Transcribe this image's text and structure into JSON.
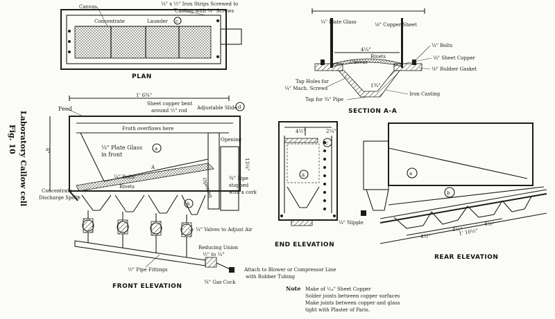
{
  "side_caption": {
    "fig": "Fig. 10",
    "title": "Laboratory Callow cell"
  },
  "plan": {
    "caption": "PLAN",
    "canvas": "Canvas",
    "concentrate": "Concentrate",
    "launder": "Launder",
    "launder_mark": "c",
    "iron_strips_1": "¼\" x ½\" Iron Strips Screwed to",
    "iron_strips_2": "Casting with ¼\" Screws"
  },
  "section": {
    "caption": "SECTION A-A",
    "plate_glass": "¼\" Plate Glass",
    "copper_sheet": "⅛\" Copper Sheet",
    "bolts": "¼\" Bolts",
    "sheet_copper": "⅛\" Sheet Copper",
    "rubber_gasket": "⅛\" Rubber Gasket",
    "rivets": "Rivets",
    "canvas": "Canvas",
    "dim_a": "4¼\"",
    "dim_b": "1¾\"",
    "tap_holes_1": "Tap Holes for",
    "tap_holes_2": "¼\" Mach. Screws",
    "iron_casting": "Iron Casting",
    "tap_pipe": "Tap for ¾\" Pipe"
  },
  "front": {
    "caption": "FRONT ELEVATION",
    "overall_dim": "1' 6¾\"",
    "feed": "Feed",
    "sheet_copper_1": "Sheet copper bent",
    "sheet_copper_2": "around ½\" rod",
    "adjustable_slide": "Adjustable Slide",
    "slide_mark": "d",
    "froth": "Froth overflows here",
    "plate_glass_1": "¼\" Plate Glass",
    "plate_glass_2": "in front",
    "mark_a": "a",
    "mark_b": "b",
    "opening_top": "Opening",
    "opening_bottom": "Opening",
    "height_dim": "6\"",
    "side_dim": "13¼\"",
    "bolts": "¼\" Bolts",
    "rivets": "Rivets",
    "section_arrow": "A",
    "conc_spout_1": "Concentrate",
    "conc_spout_2": "Discharge Spout",
    "pipe_1": "¾\" Pipe",
    "pipe_2": "stopped",
    "pipe_3": "with a cork",
    "valves": "¼\" Valves to Adjust Air",
    "reducing_1": "Reducing Union",
    "reducing_2": "½\" to ¼\"",
    "fittings": "½\" Pipe Fittings",
    "attach_1": "Attach to Blower or Compressor Line",
    "attach_2": "with Rubber Tubing",
    "gas_cock": "¾\" Gas Cock"
  },
  "end": {
    "caption": "END ELEVATION",
    "dim_a": "4½\"",
    "dim_b": "2¼\"",
    "mark_c": "c",
    "mark_a": "a",
    "nipple": "¼\" Nipple"
  },
  "rear": {
    "caption": "REAR ELEVATION",
    "mark_a": "a",
    "mark_b": "b",
    "dim_1": "4½\"",
    "dim_2": "4½\"",
    "dim_3": "4½\"",
    "overall": "1' 10½\""
  },
  "notes": {
    "head": "Note",
    "line_1": "Make of ¹⁄₁₆\" Sheet Copper",
    "line_2": "Solder joints between copper surfaces",
    "line_3": "Make joints between copper and glass",
    "line_4": "tight with Plaster of Paris."
  }
}
